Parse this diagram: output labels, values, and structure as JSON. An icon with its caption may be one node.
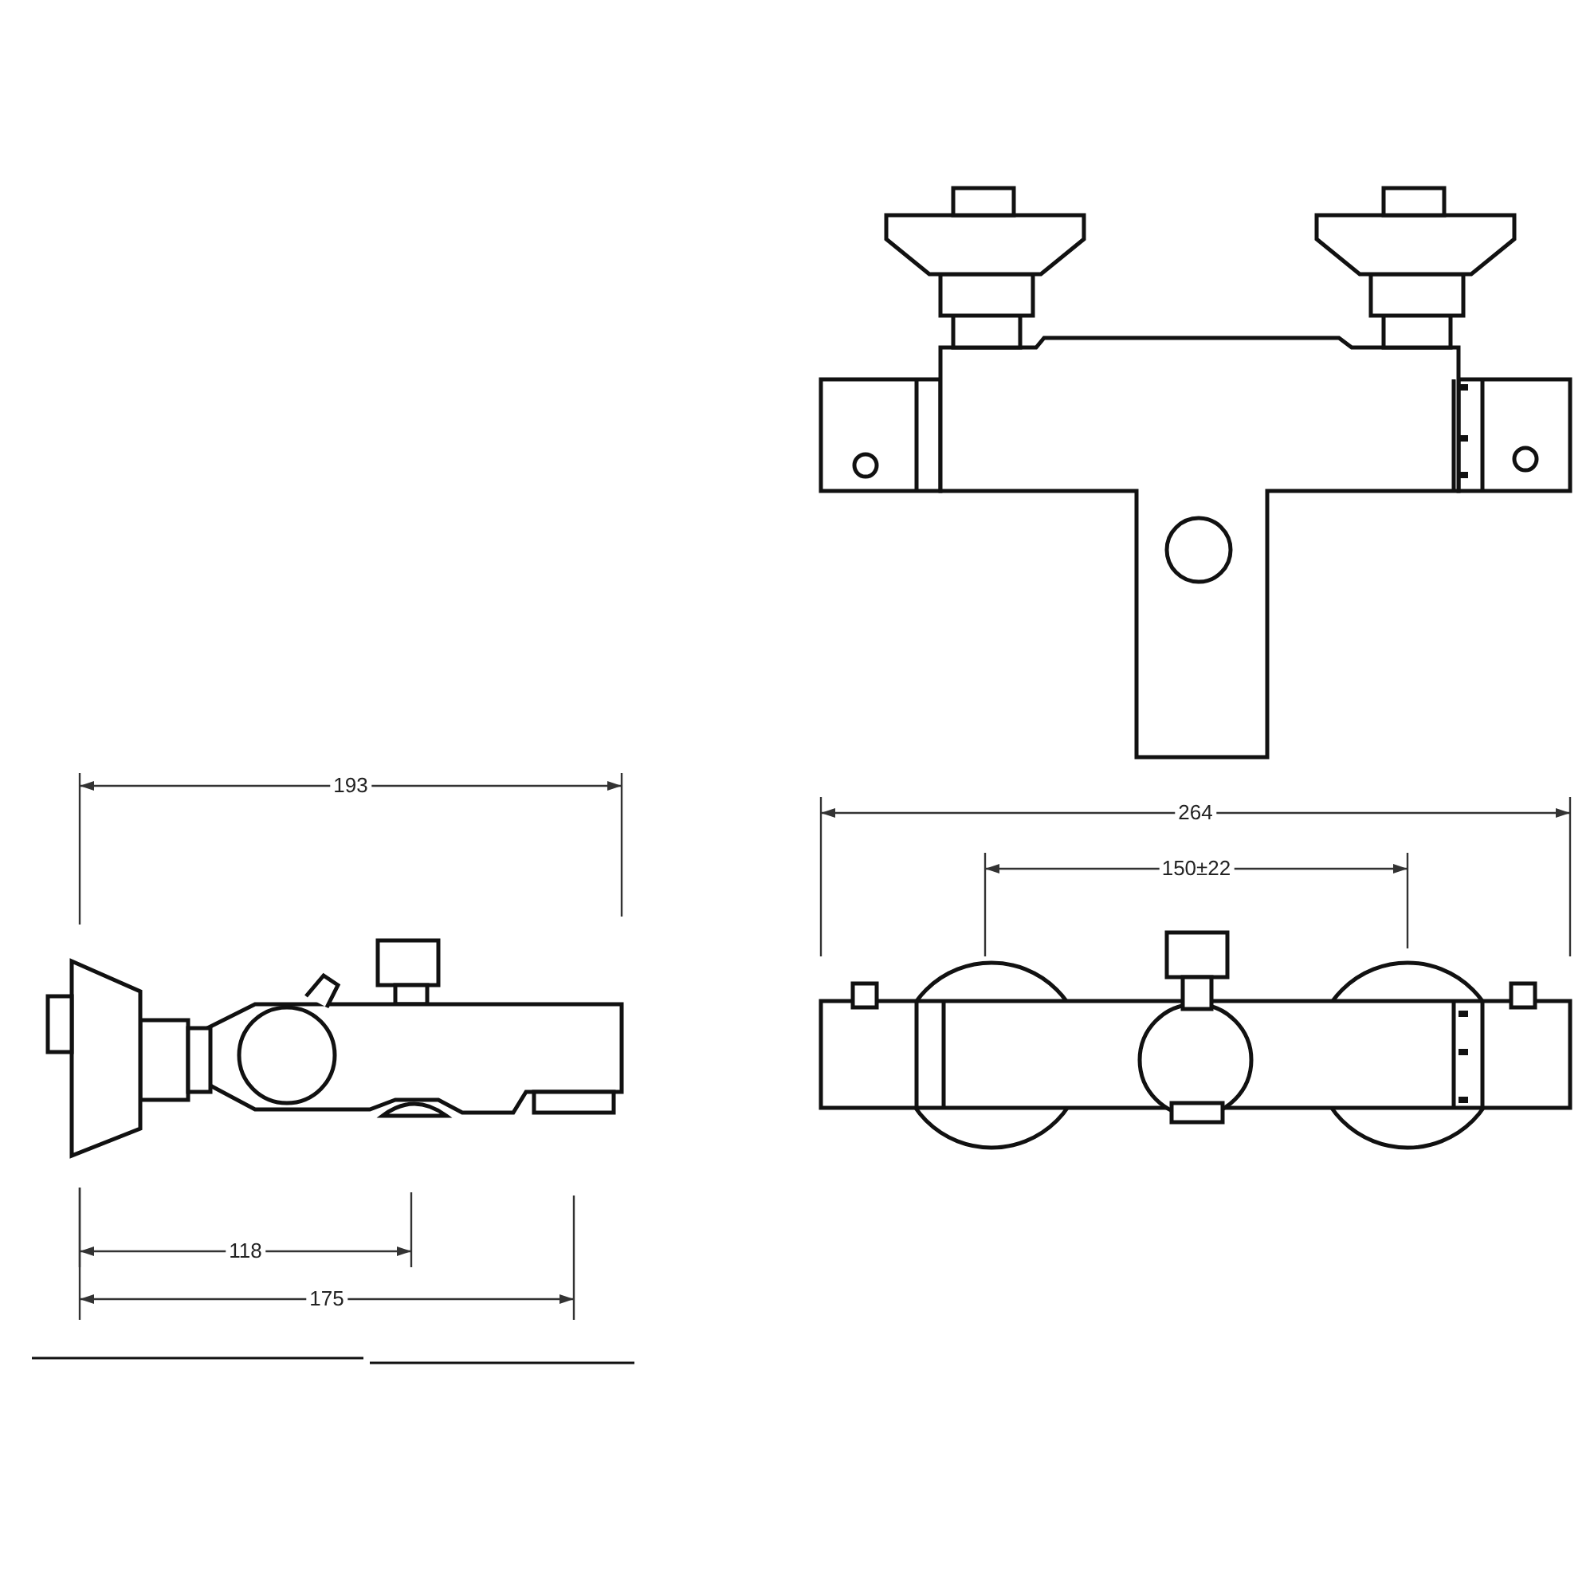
{
  "diagram": {
    "labels": [
      "193",
      "264",
      "150±22",
      "118",
      "175"
    ]
  }
}
